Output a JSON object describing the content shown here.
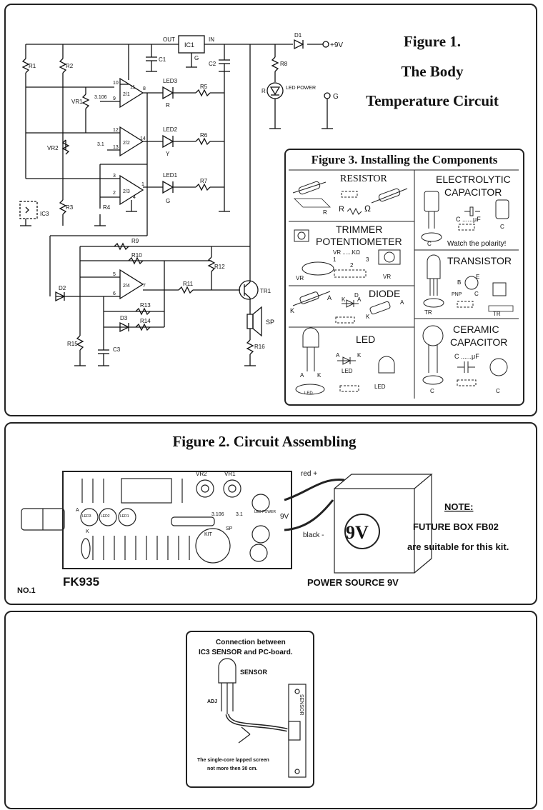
{
  "figure1": {
    "title_line1": "Figure 1.",
    "title_line2": "The Body",
    "title_line3": "Temperature Circuit",
    "labels": {
      "out": "OUT",
      "in": "IN",
      "ic1": "IC1",
      "c1": "C1",
      "c2": "C2",
      "g": "G",
      "d1": "D1",
      "plus9v": "+9V",
      "r1": "R1",
      "r2": "R2",
      "r3": "R3",
      "r4": "R4",
      "r5": "R5",
      "r6": "R6",
      "r7": "R7",
      "r8": "R8",
      "r9": "R9",
      "r10": "R10",
      "r11": "R11",
      "r12": "R12",
      "r13": "R13",
      "r14": "R14",
      "r15": "R15",
      "r16": "R16",
      "vr1": "VR1",
      "vr2": "VR2",
      "ic3": "IC3",
      "led1": "LED1",
      "led2": "LED2",
      "led3": "LED3",
      "ledr": "R",
      "ledy": "Y",
      "ledg": "G",
      "ledpower_r": "R",
      "led_power": "LED POWER",
      "opa1": "2/1",
      "opa2": "2/2",
      "opa3": "2/3",
      "opa4": "2/4",
      "p10": "10",
      "p11": "11",
      "p9": "9",
      "p8": "8",
      "p12": "12",
      "p13": "13",
      "p14": "14",
      "p3": "3",
      "p2": "2",
      "p1": "1",
      "p4": "4",
      "p5": "5",
      "p6": "6",
      "p7": "7",
      "v3106": "3.106",
      "v31": "3.1",
      "d2": "D2",
      "d3": "D3",
      "c3": "C3",
      "tr1": "TR1",
      "sp": "SP",
      "gnd_g": "G"
    }
  },
  "figure3": {
    "title": "Figure 3. Installing the Components",
    "resistor": {
      "title": "RESISTOR",
      "sym": "R",
      "unit": "Ω",
      "mark": "R"
    },
    "electrolytic": {
      "title_l1": "ELECTROLYTIC",
      "title_l2": "CAPACITOR",
      "sym": "C ......μF",
      "note": "Watch the polarity!",
      "mark": "C"
    },
    "trimmer": {
      "title_l1": "TRIMMER",
      "title_l2": "POTENTIOMETER",
      "sym": "VR ......KΩ",
      "p1": "1",
      "p2": "2",
      "p3": "3",
      "mark": "VR"
    },
    "transistor": {
      "title": "TRANSISTOR",
      "b": "B",
      "c": "C",
      "e": "E",
      "pnp": "PNP",
      "mark": "TR"
    },
    "diode": {
      "title": "DIODE",
      "k": "K",
      "a": "A",
      "d": "D",
      "mark": "D"
    },
    "led": {
      "title": "LED",
      "a": "A",
      "k": "K",
      "sym": "LED",
      "mark": "LED"
    },
    "ceramic": {
      "title_l1": "CERAMIC",
      "title_l2": "CAPACITOR",
      "sym": "C ......μF",
      "mark": "C"
    }
  },
  "figure2": {
    "title": "Figure 2. Circuit Assembling",
    "board_name": "FK935",
    "no": "NO.1",
    "red": "red +",
    "black": "black -",
    "battery": "9V",
    "v9": "9V",
    "power_source": "POWER SOURCE 9V",
    "note_title": "NOTE:",
    "note_l1": "FUTURE BOX FB02",
    "note_l2": "are suitable for this kit.",
    "pcb": {
      "vr2": "VR2",
      "vr1": "VR1",
      "v3106": "3.106",
      "v31": "3.1",
      "led3": "LED3",
      "led2": "LED2",
      "led1": "LED1",
      "kit": "KIT",
      "sp": "SP",
      "a": "A",
      "k": "K",
      "led_power": "LED POWER"
    }
  },
  "figure4": {
    "title_l1": "Connection between",
    "title_l2": "IC3 SENSOR and PC-board.",
    "sensor": "SENSOR",
    "adj": "ADJ",
    "board_sensor": "SENSOR",
    "note_l1": "The single-core lapped screen",
    "note_l2": "not more then 30 cm."
  }
}
